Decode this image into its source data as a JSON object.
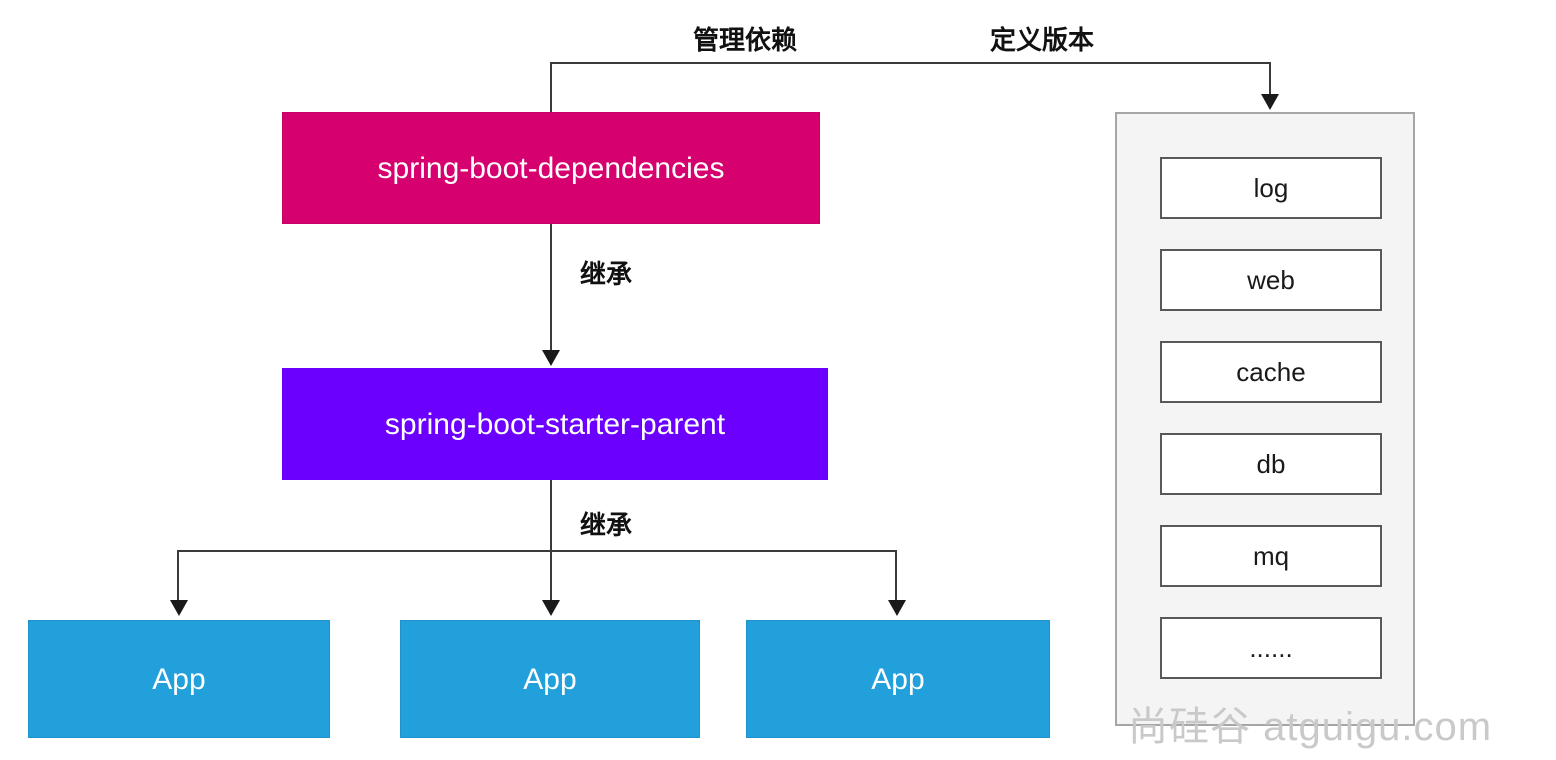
{
  "diagram": {
    "title": "spring-boot dependency management diagram",
    "nodes": {
      "dependencies": "spring-boot-dependencies",
      "parent": "spring-boot-starter-parent",
      "apps": [
        "App",
        "App",
        "App"
      ]
    },
    "edge_labels": {
      "manage_dependencies": "管理依赖",
      "define_version": "定义版本",
      "inherit_1": "继承",
      "inherit_2": "继承"
    },
    "starter_panel": {
      "items": [
        "log",
        "web",
        "cache",
        "db",
        "mq",
        "......"
      ]
    },
    "watermark": "尚硅谷 atguigu.com",
    "colors": {
      "dependencies_fill": "#D6006E",
      "parent_fill": "#6B00FF",
      "app_fill": "#21A0DB",
      "panel_fill": "#F4F4F4",
      "panel_border": "#A6A6A6",
      "item_border": "#595959",
      "line": "#3A3A3A",
      "watermark": "#C9C9C9"
    }
  }
}
